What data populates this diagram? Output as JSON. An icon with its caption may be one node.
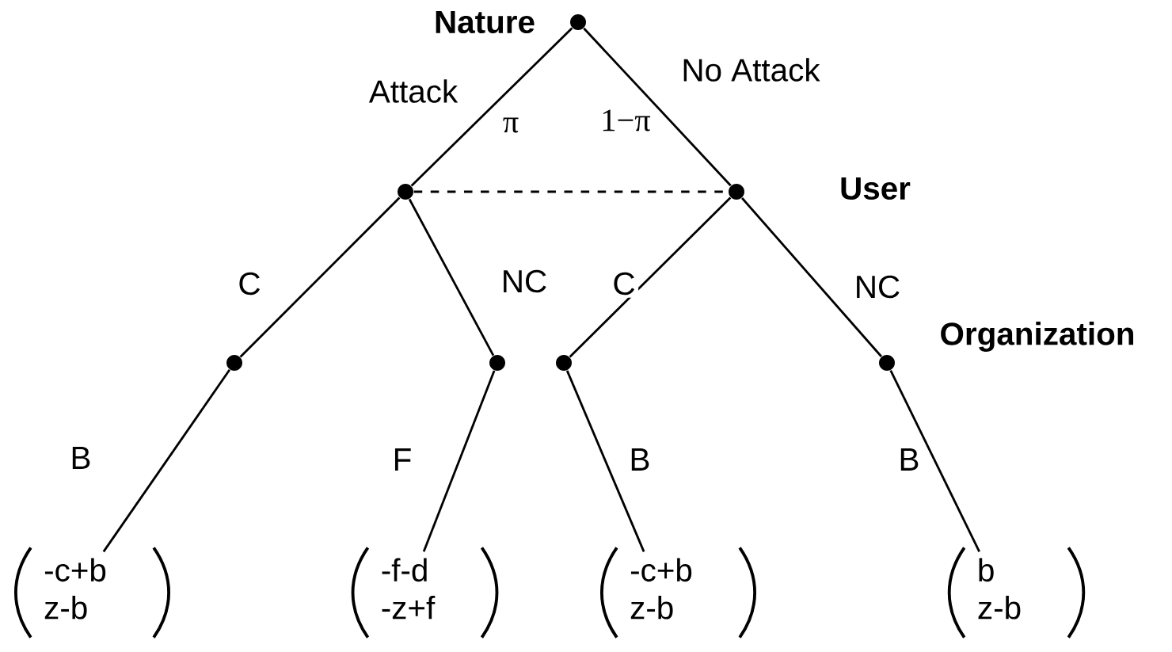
{
  "diagram": {
    "nodes": [
      {
        "text": [],
        "shape": "circle",
        "beside": [
          "Nature"
        ]
      },
      {
        "text": [],
        "shape": "circle"
      },
      {
        "text": [],
        "shape": "circle",
        "beside": [
          "User"
        ]
      },
      {
        "text": [],
        "shape": "circle"
      },
      {
        "text": [],
        "shape": "circle"
      },
      {
        "text": [],
        "shape": "circle"
      },
      {
        "text": [],
        "shape": "circle",
        "beside": [
          "Organization"
        ]
      },
      {
        "text": [
          "-c+b",
          "z-b"
        ]
      },
      {
        "text": [
          "-f-d",
          "-z+f"
        ]
      },
      {
        "text": [
          "-c+b",
          "z-b"
        ]
      },
      {
        "text": [
          "b",
          "z-b"
        ]
      }
    ],
    "edges": [
      {
        "from": 0,
        "to": 1,
        "arrow": "none",
        "label": "Attack"
      },
      {
        "from": 0,
        "to": 2,
        "arrow": "none",
        "label": "No Attack"
      },
      {
        "from": 1,
        "to": 2,
        "arrow": "none",
        "style": "dashed"
      },
      {
        "from": 1,
        "to": 3,
        "arrow": "none",
        "label": "C"
      },
      {
        "from": 1,
        "to": 4,
        "arrow": "none",
        "label": "NC"
      },
      {
        "from": 2,
        "to": 5,
        "arrow": "none",
        "label": "C"
      },
      {
        "from": 2,
        "to": 6,
        "arrow": "none",
        "label": "NC"
      },
      {
        "from": 3,
        "to": 7,
        "arrow": "none",
        "label": "B"
      },
      {
        "from": 4,
        "to": 8,
        "arrow": "none",
        "label": "F"
      },
      {
        "from": 5,
        "to": 9,
        "arrow": "none",
        "label": "B"
      },
      {
        "from": 6,
        "to": 10,
        "arrow": "none",
        "label": "B"
      }
    ],
    "labels": [
      "π",
      "1−π"
    ]
  }
}
